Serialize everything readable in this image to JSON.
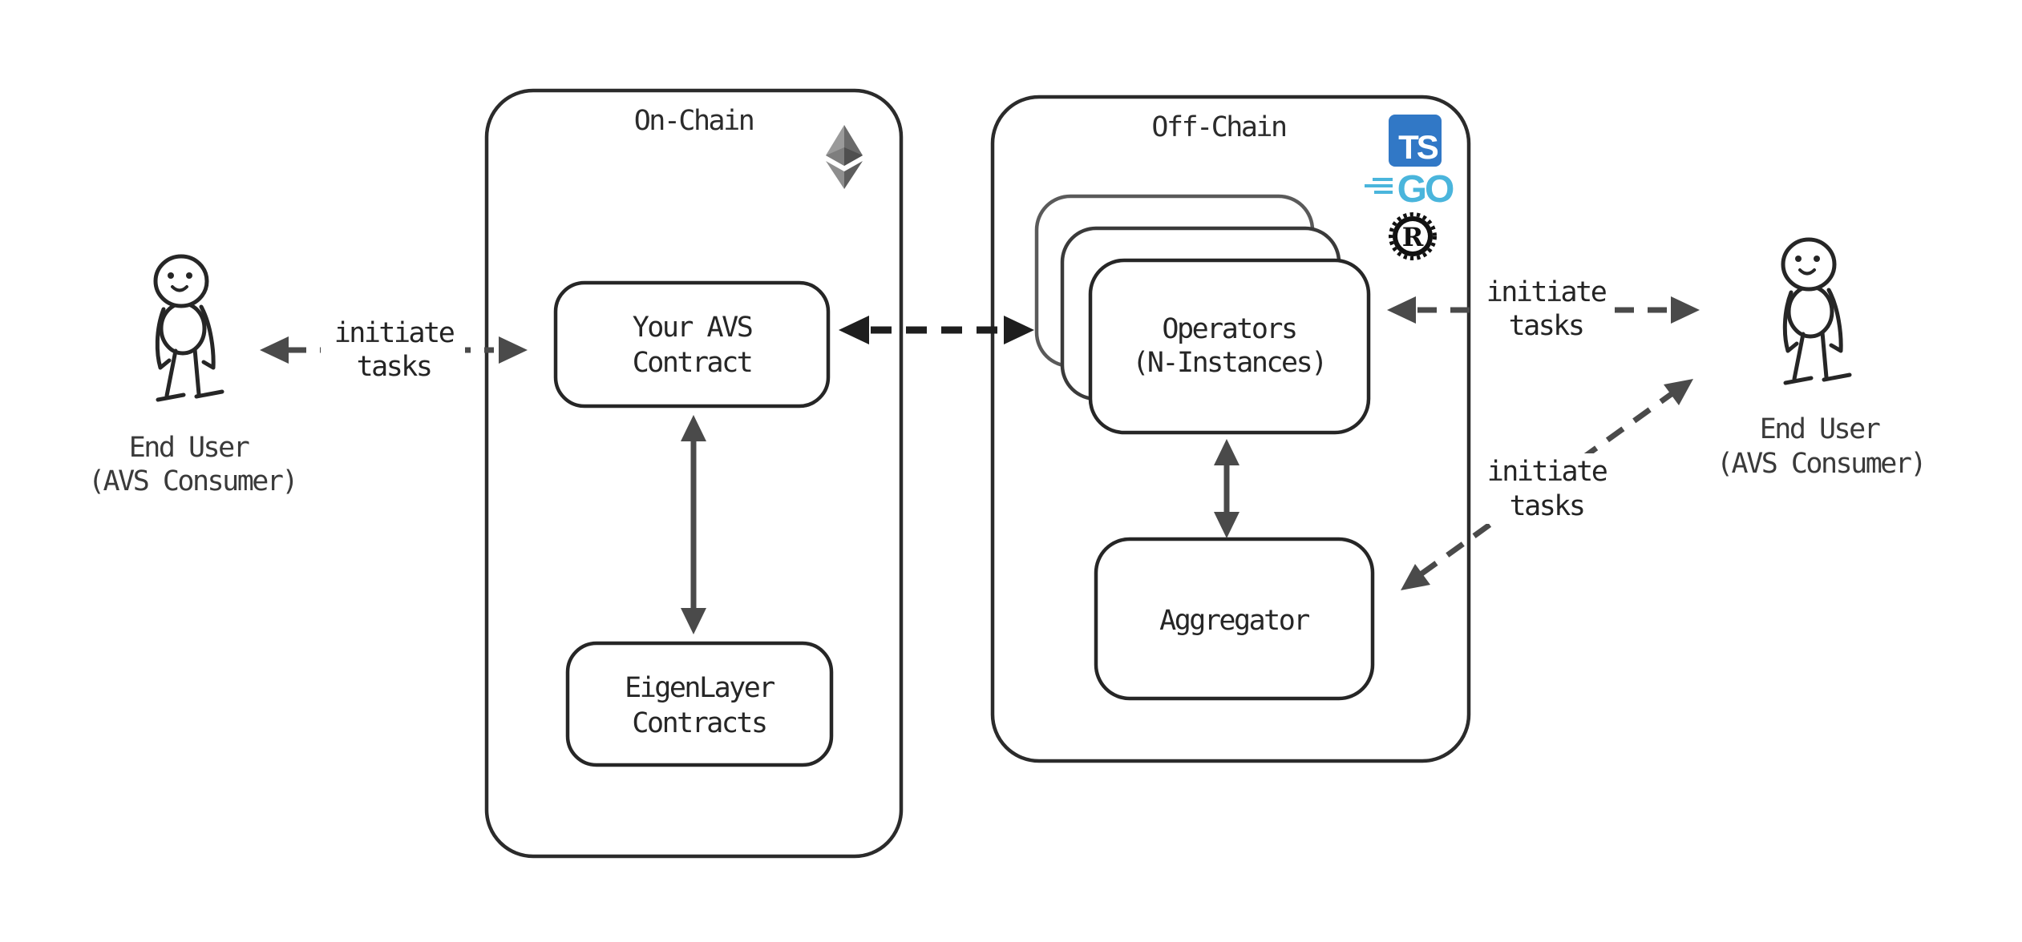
{
  "colors": {
    "ts_blue": "#3178c6",
    "go_cyan": "#4ab5dc",
    "rust_black": "#111111",
    "eth_top_left": "#9a9a9a",
    "eth_top_right": "#6a6a6a",
    "eth_belt_left": "#7e7e7e",
    "eth_belt_right": "#4f4f4f",
    "eth_bottom_left": "#8e8e8e",
    "eth_bottom_right": "#5d5d5d",
    "arrow_gray": "#4a4a4a",
    "arrow_black": "#1e1e1e"
  },
  "onchain": {
    "title": "On-Chain",
    "avs_contract_box": {
      "line1": "Your AVS",
      "line2": "Contract"
    },
    "eigenlayer_box": {
      "line1": "EigenLayer",
      "line2": "Contracts"
    }
  },
  "offchain": {
    "title": "Off-Chain",
    "operators_box": {
      "line1": "Operators",
      "line2": "(N-Instances)"
    },
    "aggregator_box": {
      "label": "Aggregator"
    }
  },
  "left_user": {
    "line1": "End User",
    "line2": "(AVS Consumer)"
  },
  "right_user": {
    "line1": "End User",
    "line2": "(AVS Consumer)"
  },
  "arrow_labels": {
    "left": {
      "line1": "initiate",
      "line2": "tasks"
    },
    "right_top": {
      "line1": "initiate",
      "line2": "tasks"
    },
    "right_diagonal": {
      "line1": "initiate",
      "line2": "tasks"
    }
  },
  "icons": {
    "ethereum": "ethereum-diamond",
    "typescript": "TS",
    "go": "GO",
    "rust": "R"
  }
}
